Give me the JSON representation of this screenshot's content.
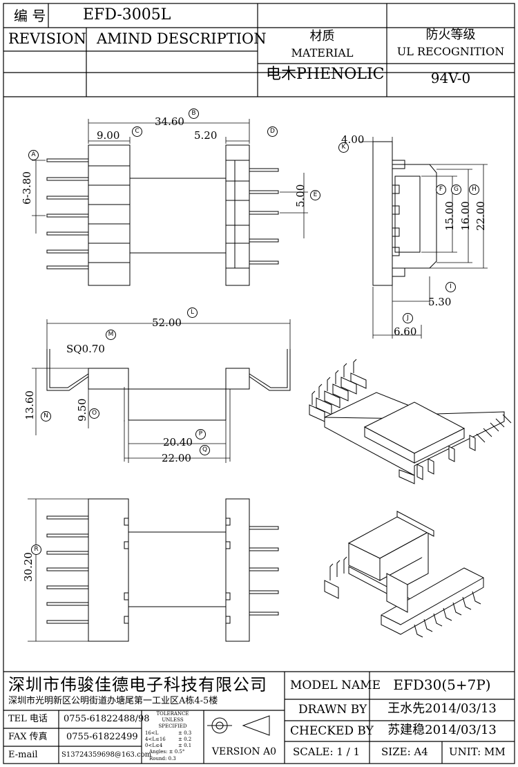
{
  "header": {
    "code_label": "编 号",
    "code_value": "EFD-3005L",
    "revision_label": "REVISION",
    "amind_label": "AMIND DESCRIPTION",
    "material_cn": "材质",
    "material_en": "MATERIAL",
    "material_value": "电木PHENOLIC",
    "ul_cn": "防火等级",
    "ul_en": "UL RECOGNITION",
    "ul_value": "94V-0"
  },
  "dimensions": {
    "B": "34.60",
    "C": "9.00",
    "D": "5.20",
    "A": "6-3.80",
    "E": "5.00",
    "K": "4.00",
    "F": "15.00",
    "G": "16.00",
    "H": "22.00",
    "I": "5.30",
    "J": "6.60",
    "L": "52.00",
    "M": "SQ0.70",
    "N": "13.60",
    "O": "9.50",
    "P": "20.40",
    "Q": "22.00",
    "R": "30.20"
  },
  "markers": [
    "A",
    "B",
    "C",
    "D",
    "E",
    "F",
    "G",
    "H",
    "I",
    "J",
    "K",
    "L",
    "M",
    "N",
    "O",
    "P",
    "Q",
    "R"
  ],
  "footer": {
    "company": "深圳市伟骏佳德电子科技有限公司",
    "address": "深圳市光明新区公明街道办塘尾第一工业区A栋4-5楼",
    "tel_label": "TEL 电话",
    "tel_value": "0755-61822488/98",
    "fax_label": "FAX 传真",
    "fax_value": "0755-61822499",
    "email_label": "E-mail",
    "email_value": "S13724359698@163.com",
    "tolerance_title": "TOLERANCE",
    "tolerance_unless": "UNLESS",
    "tolerance_specified": "SPECIFIED",
    "tol_rows": [
      {
        "range": "16<L",
        "val": "± 0.3"
      },
      {
        "range": "4<L≤16",
        "val": "± 0.2"
      },
      {
        "range": "0<L≤4",
        "val": "± 0.1"
      }
    ],
    "angles": "Angles: ± 0.5°",
    "round": "Round: 0.3",
    "version": "VERSION A0",
    "model_label": "MODEL NAME",
    "model_value": "EFD30(5+7P)",
    "drawn_label": "DRAWN BY",
    "drawn_value": "王水先2014/03/13",
    "checked_label": "CHECKED BY",
    "checked_value": "苏建稳2014/03/13",
    "scale": "SCALE: 1 / 1",
    "size": "SIZE: A4",
    "unit": "UNIT: MM"
  }
}
